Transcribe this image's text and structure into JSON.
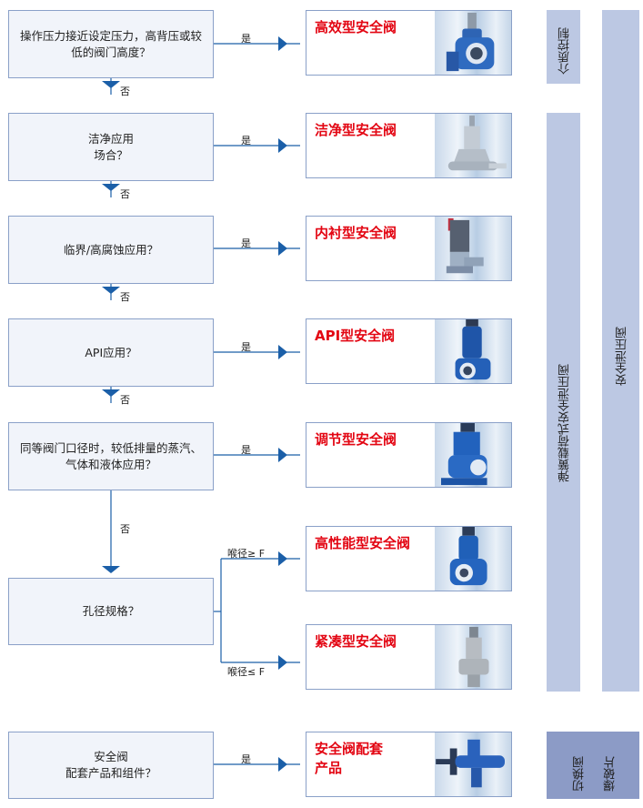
{
  "questions": [
    "操作压力接近设定压力，高背压或较\n低的阀门高度？",
    "洁净应用\n场合？",
    "临界/高腐蚀应用？",
    "API应用？",
    "同等阀门口径时，较低排量的蒸汽、\n气体和液体应用？",
    "孔径规格？",
    "安全阀\n配套产品和组件？"
  ],
  "yes_label": "是",
  "no_label": "否",
  "branch_labels": {
    "upper": "喉径≥ F",
    "lower": "喉径≤ F"
  },
  "products": [
    "高效型安全阀",
    "洁净型安全阀",
    "内衬型安全阀",
    "API型安全阀",
    "调节型安全阀",
    "高性能型安全阀",
    "紧凑型安全阀",
    "安全阀配套\n产品"
  ],
  "categories": {
    "medium_control": "介质控制",
    "spring_loaded": "弹簧载荷式安全泄压阀",
    "safety_relief": "安全泄压阀",
    "switching_valve": "切换阀",
    "bursting_disc": "爆破片"
  },
  "icons": [
    "valve-photo-icon"
  ],
  "colors": {
    "accent_red": "#e30613",
    "line_blue": "#1b5fa8",
    "bar_blue": "#bcc8e3",
    "bar_dark": "#8c9bc6"
  }
}
